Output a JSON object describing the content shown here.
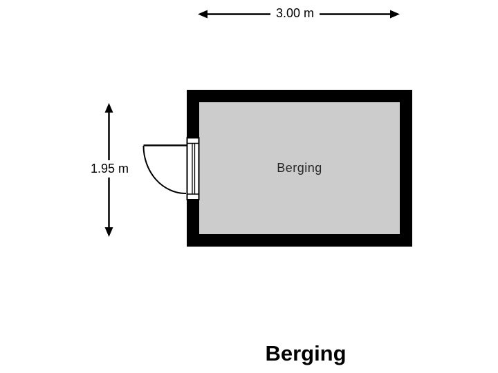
{
  "title": {
    "text": "Berging"
  },
  "floor_plan": {
    "room": {
      "name": "Berging",
      "width_label": "3.00 m",
      "height_label": "1.95 m"
    },
    "colors": {
      "wall": "#000000",
      "floor": "#cccccc",
      "label_background": "#ffffff",
      "text": "#000000"
    }
  }
}
